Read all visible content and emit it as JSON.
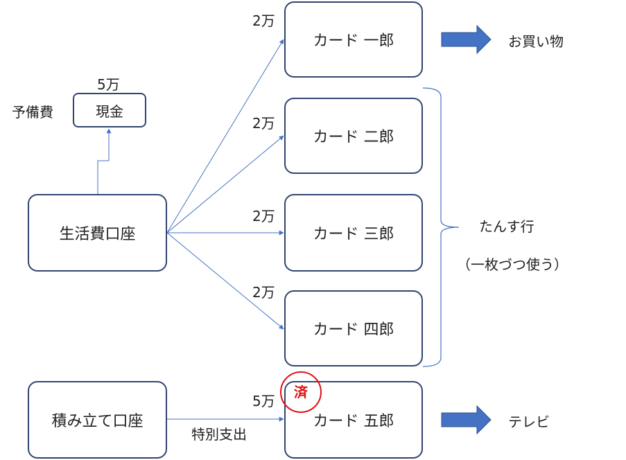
{
  "reserve": {
    "label": "予備費",
    "amount": "5万",
    "name": "現金"
  },
  "living_account": {
    "name": "生活費口座"
  },
  "savings_account": {
    "name": "積み立て口座"
  },
  "cards": [
    {
      "name": "カード 一郎",
      "amount": "2万"
    },
    {
      "name": "カード 二郎",
      "amount": "2万"
    },
    {
      "name": "カード 三郎",
      "amount": "2万"
    },
    {
      "name": "カード 四郎",
      "amount": "2万"
    },
    {
      "name": "カード 五郎",
      "amount": "5万"
    }
  ],
  "special_expense": "特別支出",
  "outputs": {
    "shopping": "お買い物",
    "tv": "テレビ"
  },
  "drawer_note": {
    "line1": "たんす行",
    "line2": "（一枚づつ使う）"
  },
  "stamp": "済",
  "colors": {
    "box_border": "#2f4470",
    "connector": "#4472c4",
    "big_arrow": "#4472c4",
    "stamp": "#e01010"
  }
}
